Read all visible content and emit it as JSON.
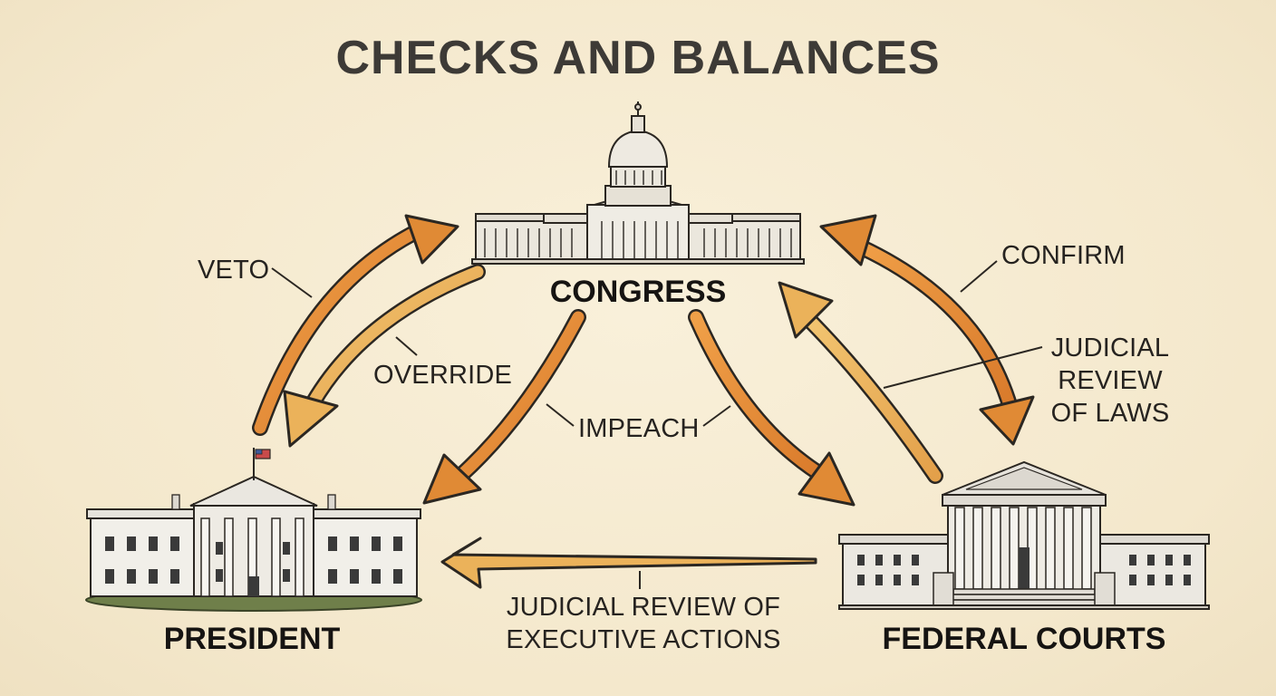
{
  "title": "CHECKS AND BALANCES",
  "branches": {
    "congress": "CONGRESS",
    "president": "PRESIDENT",
    "courts": "FEDERAL COURTS"
  },
  "checks": {
    "veto": "VETO",
    "override": "OVERRIDE",
    "impeach": "IMPEACH",
    "confirm": "CONFIRM",
    "judicial_review_laws": [
      "JUDICIAL",
      "REVIEW",
      "OF LAWS"
    ],
    "judicial_review_exec": [
      "JUDICIAL REVIEW OF",
      "EXECUTIVE ACTIONS"
    ]
  },
  "colors": {
    "arrow_dark": "#e08a35",
    "arrow_light": "#ebb25a",
    "outline": "#2b2722",
    "background": "#f6ecd4"
  }
}
